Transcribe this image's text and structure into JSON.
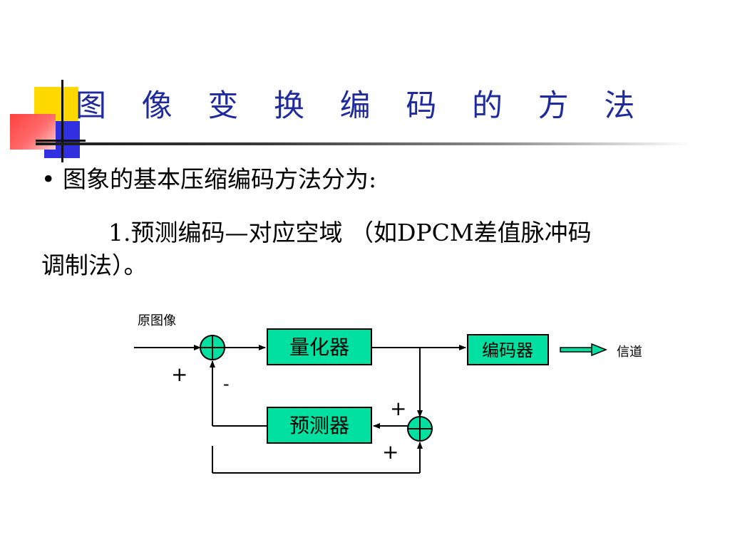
{
  "slide": {
    "title": "图 像 变 换 编 码 的 方 法",
    "bullet_symbol": "•",
    "bullet_text": "图象的基本压缩编码方法分为:",
    "item_line1": "1.预测编码—对应空域 （如DPCM差值脉冲码",
    "item_line2": "调制法）。"
  },
  "diagram": {
    "input_label": "原图像",
    "quantizer_label": "量化器",
    "encoder_label": "编码器",
    "predictor_label": "预测器",
    "channel_label": "信道",
    "sum1_plus": "+",
    "sum1_minus": "-",
    "sum2_plus_top": "+",
    "sum2_plus_bottom": "+"
  },
  "colors": {
    "title": "#1f2a9c",
    "block_fill": "#00e0a0",
    "deco_yellow": "#ffd800",
    "deco_blue": "#3030e0",
    "deco_red": "#ff4040"
  }
}
